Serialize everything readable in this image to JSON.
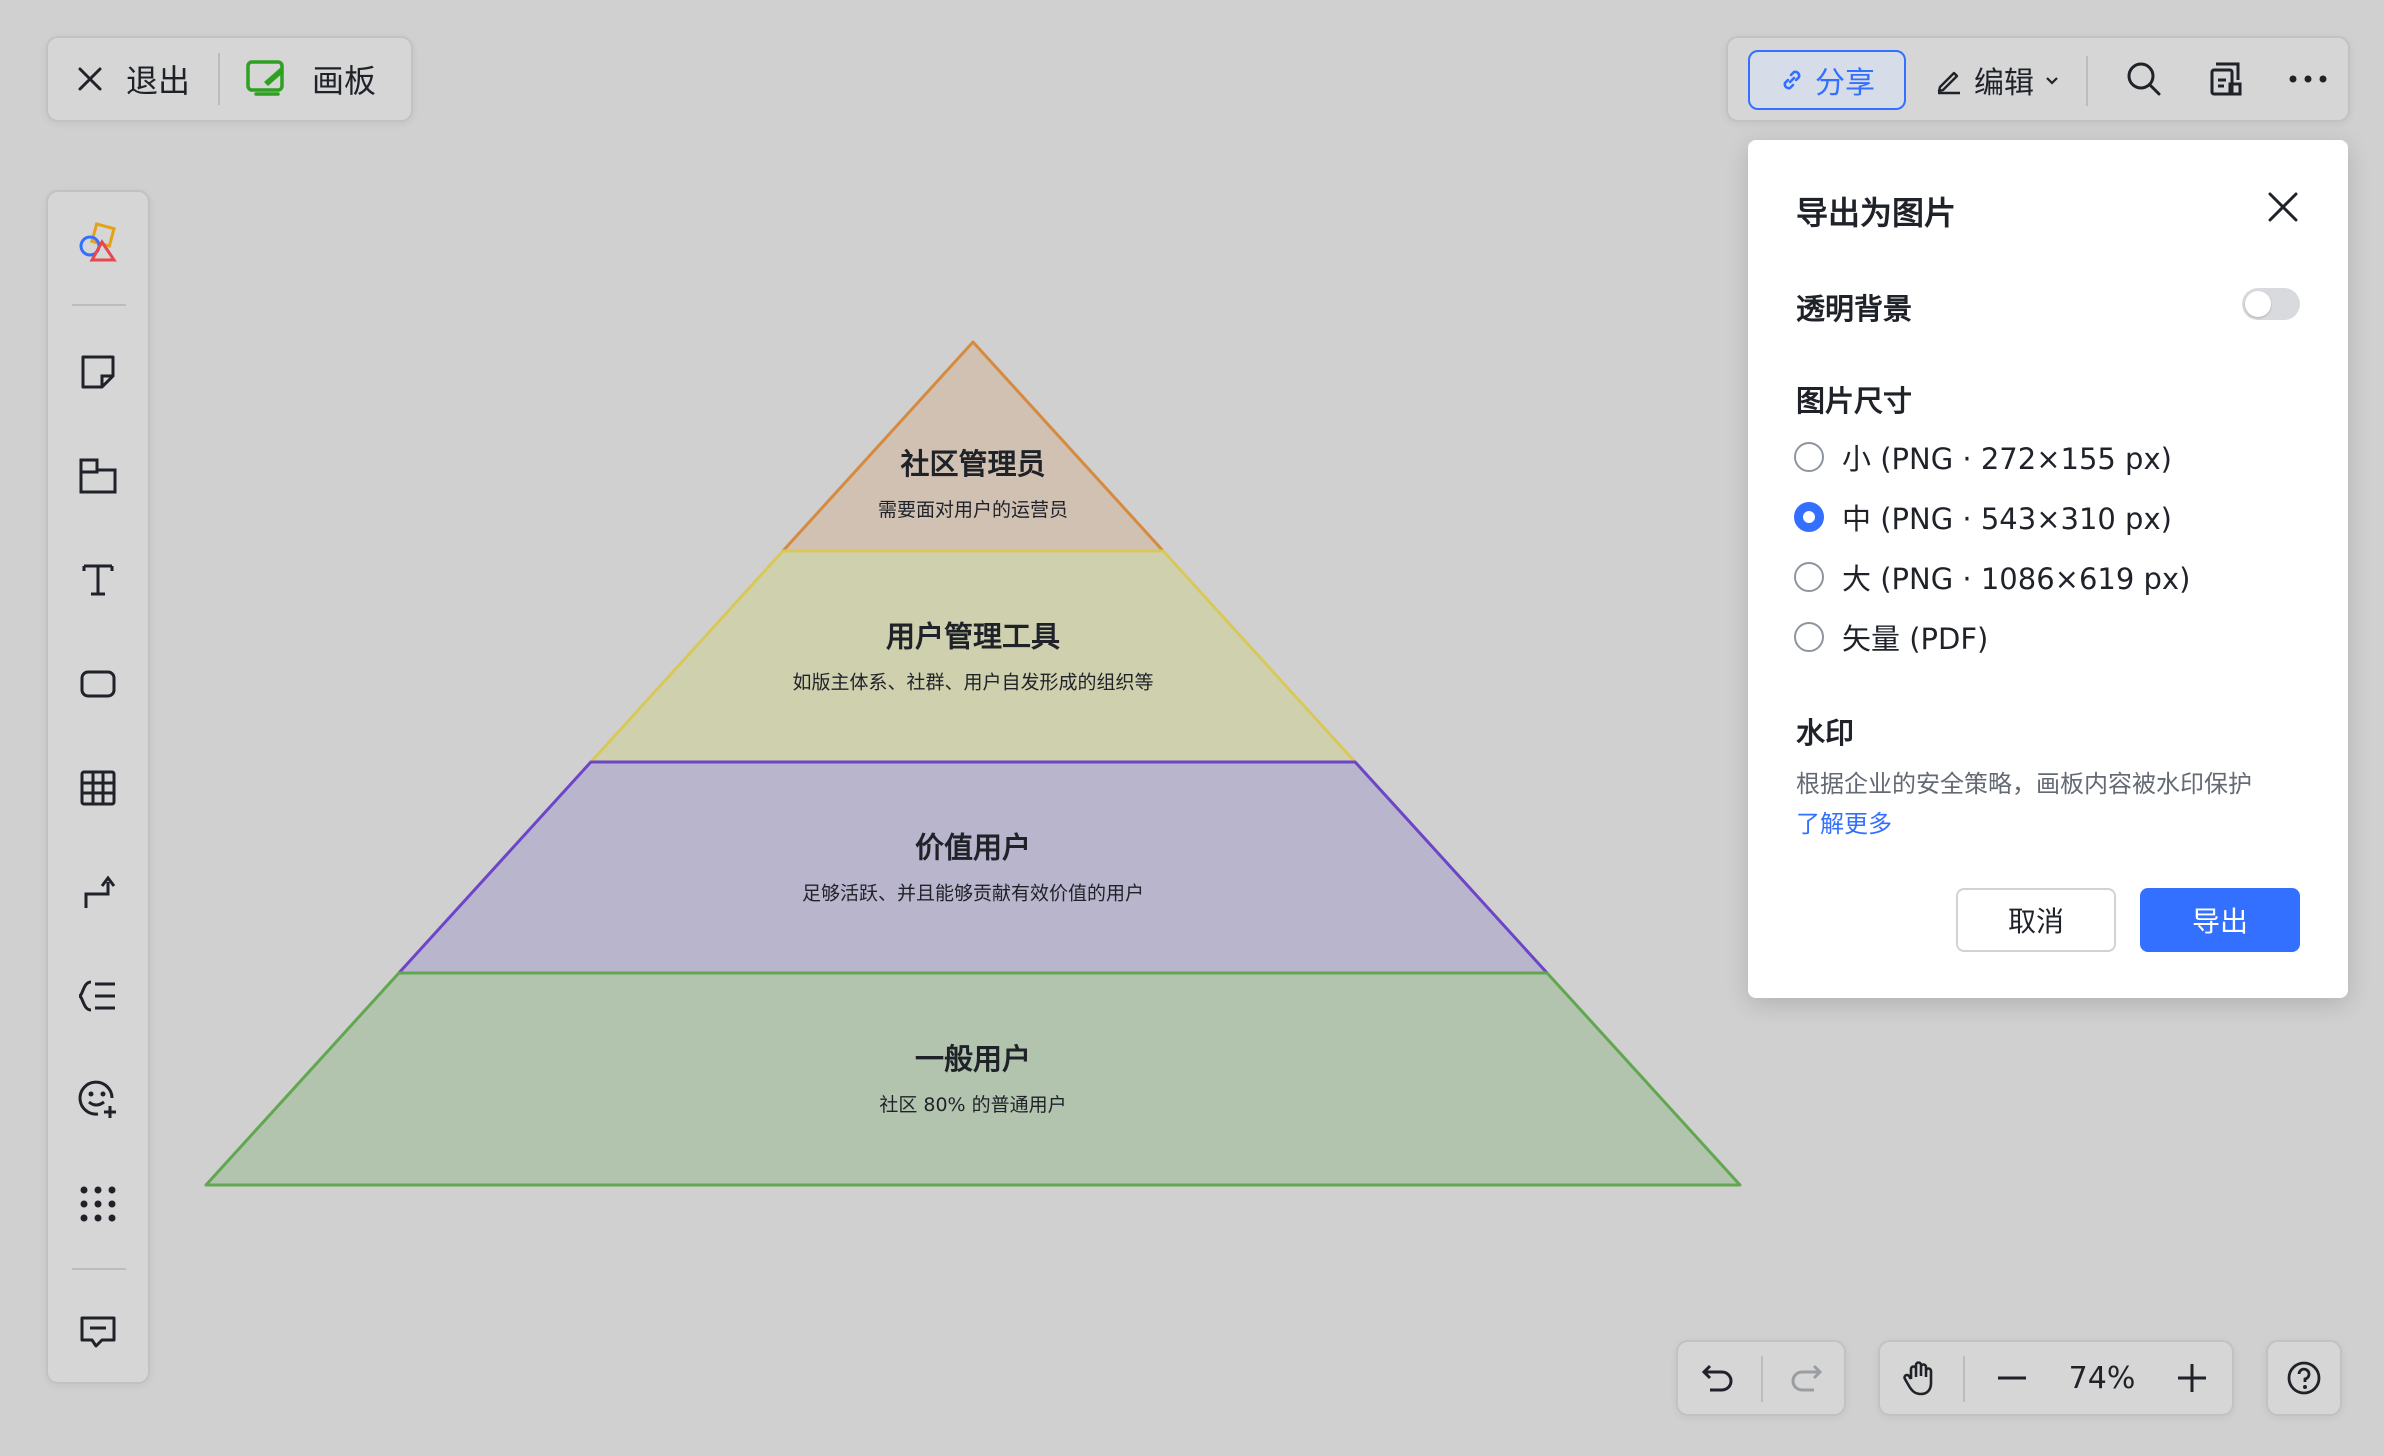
{
  "topbar": {
    "exit_label": "退出",
    "board_label": "画板",
    "share_label": "分享",
    "edit_label": "编辑"
  },
  "pyramid": {
    "levels": [
      {
        "title": "社区管理员",
        "desc": "需要面对用户的运营员",
        "fill": "#d1c1b2",
        "stroke": "#d68a3f"
      },
      {
        "title": "用户管理工具",
        "desc": "如版主体系、社群、用户自发形成的组织等",
        "fill": "#cfd0ad",
        "stroke": "#d8c85a"
      },
      {
        "title": "价值用户",
        "desc": "足够活跃、并且能够贡献有效价值的用户",
        "fill": "#b9b5cc",
        "stroke": "#6c45c8"
      },
      {
        "title": "一般用户",
        "desc": "社区 80% 的普通用户",
        "fill": "#b2c4ae",
        "stroke": "#62a750"
      }
    ]
  },
  "dialog": {
    "title": "导出为图片",
    "transparent_label": "透明背景",
    "transparent_on": false,
    "size_label": "图片尺寸",
    "options": [
      {
        "label": "小 (PNG · 272×155 px)",
        "selected": false
      },
      {
        "label": "中 (PNG · 543×310 px)",
        "selected": true
      },
      {
        "label": "大 (PNG · 1086×619 px)",
        "selected": false
      },
      {
        "label": "矢量 (PDF)",
        "selected": false
      }
    ],
    "watermark_label": "水印",
    "watermark_note": "根据企业的安全策略，画板内容被水印保护",
    "learn_more": "了解更多",
    "cancel_label": "取消",
    "export_label": "导出"
  },
  "zoom": {
    "level": "74%"
  },
  "colors": {
    "accent": "#3370ff",
    "board_icon": "#2ea121"
  }
}
